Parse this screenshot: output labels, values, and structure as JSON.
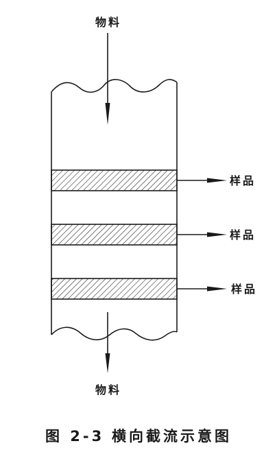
{
  "top_label": "物料",
  "bottom_label": "物料",
  "samples": [
    {
      "label": "样品"
    },
    {
      "label": "样品"
    },
    {
      "label": "样品"
    }
  ],
  "caption": {
    "figure_number": "图 2-3",
    "title": "横向截流示意图"
  },
  "colors": {
    "ink": "#1a1a1a",
    "background": "#ffffff"
  }
}
